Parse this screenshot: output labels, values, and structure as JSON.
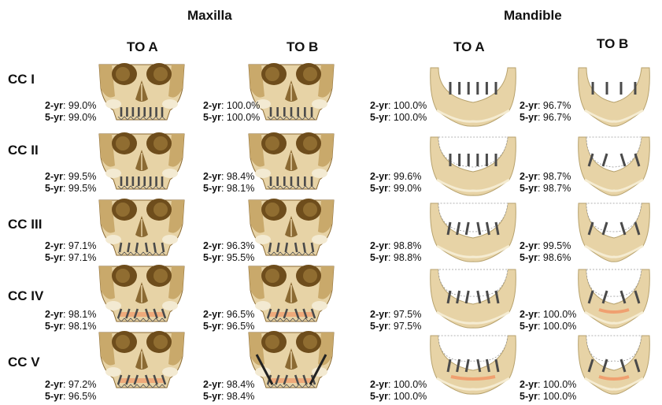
{
  "headers": {
    "maxilla": "Maxilla",
    "mandible": "Mandible"
  },
  "subheaders": {
    "maxilla_a": "TO A",
    "maxilla_b": "TO B",
    "mandible_a": "TO A",
    "mandible_b": "TO B"
  },
  "stat_prefix": {
    "two": "2-yr",
    "five": "5-yr"
  },
  "rows": [
    {
      "label": "CC I",
      "max_a": {
        "two": "99.0%",
        "five": "99.0%"
      },
      "max_b": {
        "two": "100.0%",
        "five": "100.0%"
      },
      "man_a": {
        "two": "100.0%",
        "five": "100.0%"
      },
      "man_b": {
        "two": "96.7%",
        "five": "96.7%"
      }
    },
    {
      "label": "CC II",
      "max_a": {
        "two": "99.5%",
        "five": "99.5%"
      },
      "max_b": {
        "two": "98.4%",
        "five": "98.1%"
      },
      "man_a": {
        "two": "99.6%",
        "five": "99.0%"
      },
      "man_b": {
        "two": "98.7%",
        "five": "98.7%"
      }
    },
    {
      "label": "CC III",
      "max_a": {
        "two": "97.1%",
        "five": "97.1%"
      },
      "max_b": {
        "two": "96.3%",
        "five": "95.5%"
      },
      "man_a": {
        "two": "98.8%",
        "five": "98.8%"
      },
      "man_b": {
        "two": "99.5%",
        "five": "98.6%"
      }
    },
    {
      "label": "CC IV",
      "max_a": {
        "two": "98.1%",
        "five": "98.1%"
      },
      "max_b": {
        "two": "96.5%",
        "five": "96.5%"
      },
      "man_a": {
        "two": "97.5%",
        "five": "97.5%"
      },
      "man_b": {
        "two": "100.0%",
        "five": "100.0%"
      }
    },
    {
      "label": "CC V",
      "max_a": {
        "two": "97.2%",
        "five": "96.5%"
      },
      "max_b": {
        "two": "98.4%",
        "five": "98.4%"
      },
      "man_a": {
        "two": "100.0%",
        "five": "100.0%"
      },
      "man_b": {
        "two": "100.0%",
        "five": "100.0%"
      }
    }
  ],
  "colors": {
    "bone": "#e7d3a6",
    "bone_dark": "#c9a96b",
    "skull_shadow": "#8b6a33",
    "socket": "#6e4d1c",
    "implant": "#4a4a4a",
    "graft": "#f0a070",
    "outline": "#555555"
  }
}
